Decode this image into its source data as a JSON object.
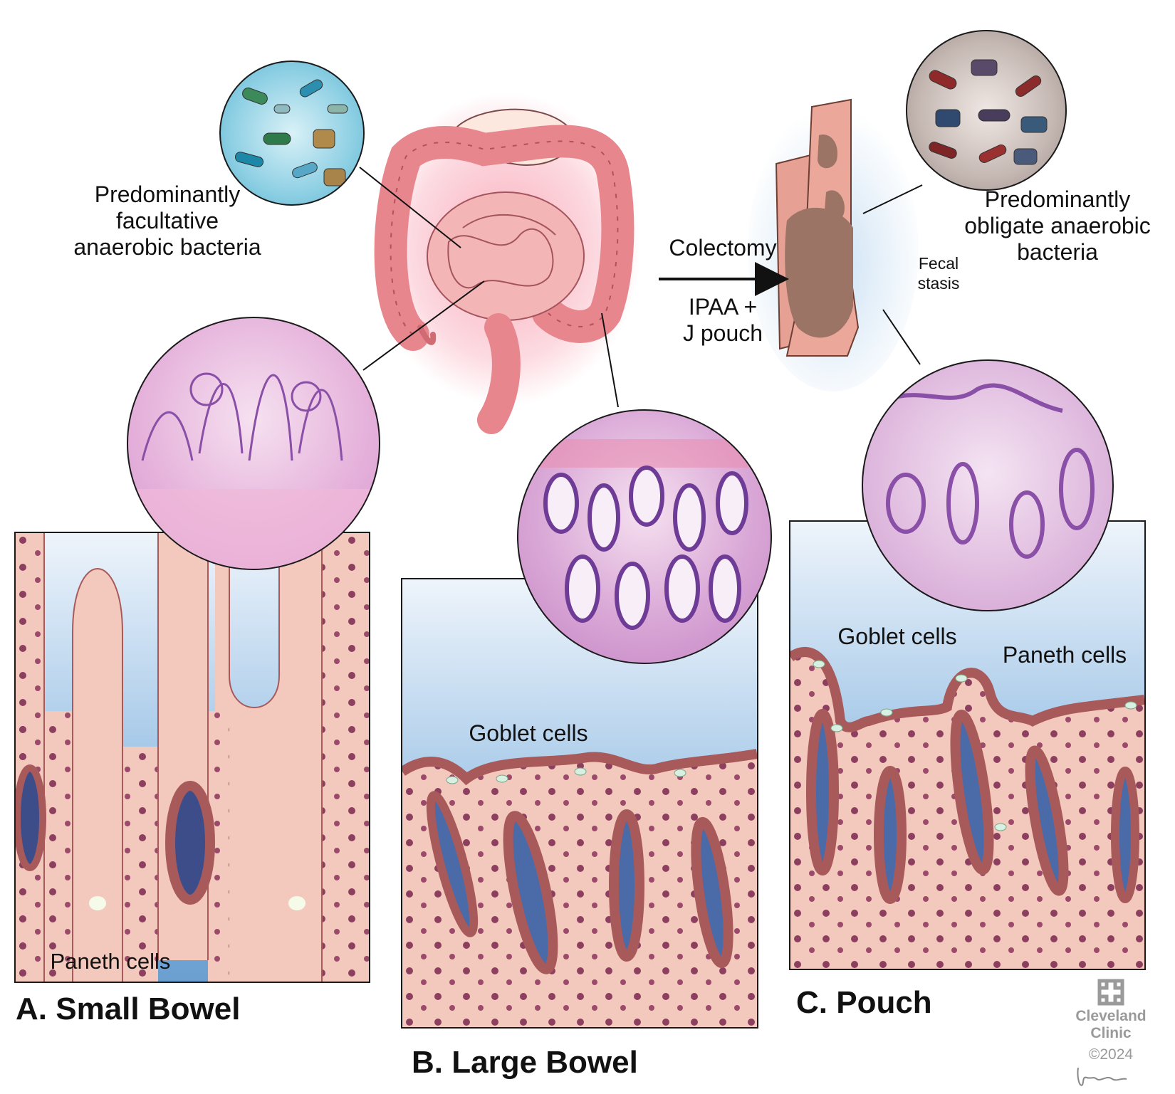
{
  "top": {
    "left_label_lines": [
      "Predominantly",
      "facultative",
      "anaerobic bacteria"
    ],
    "right_label_lines": [
      "Predominantly",
      "obligate anaerobic",
      "bacteria"
    ],
    "arrow_label_top": "Colectomy",
    "arrow_label_bottom_lines": [
      "IPAA +",
      "J pouch"
    ],
    "pouch_annotation_lines": [
      "Fecal",
      "stasis"
    ]
  },
  "panels": {
    "a": {
      "title": "A. Small Bowel",
      "cell_label": "Paneth cells"
    },
    "b": {
      "title": "B. Large Bowel",
      "cell_label": "Goblet cells"
    },
    "c": {
      "title": "C. Pouch",
      "goblet_label": "Goblet cells",
      "paneth_label": "Paneth cells"
    }
  },
  "logo": {
    "name_lines": [
      "Cleveland",
      "Clinic"
    ],
    "copyright": "©2024",
    "signature": "Jsausz"
  },
  "colors": {
    "tissue": "#f3c9bd",
    "epithelium": "#f0b3a6",
    "nucleus": "#8c3f5e",
    "lumen": "#6a9fd0",
    "histology": "#e6b4dc",
    "colon": "#e8868e",
    "glow": "#f56b86",
    "pouch_stain": "#9b7466"
  }
}
